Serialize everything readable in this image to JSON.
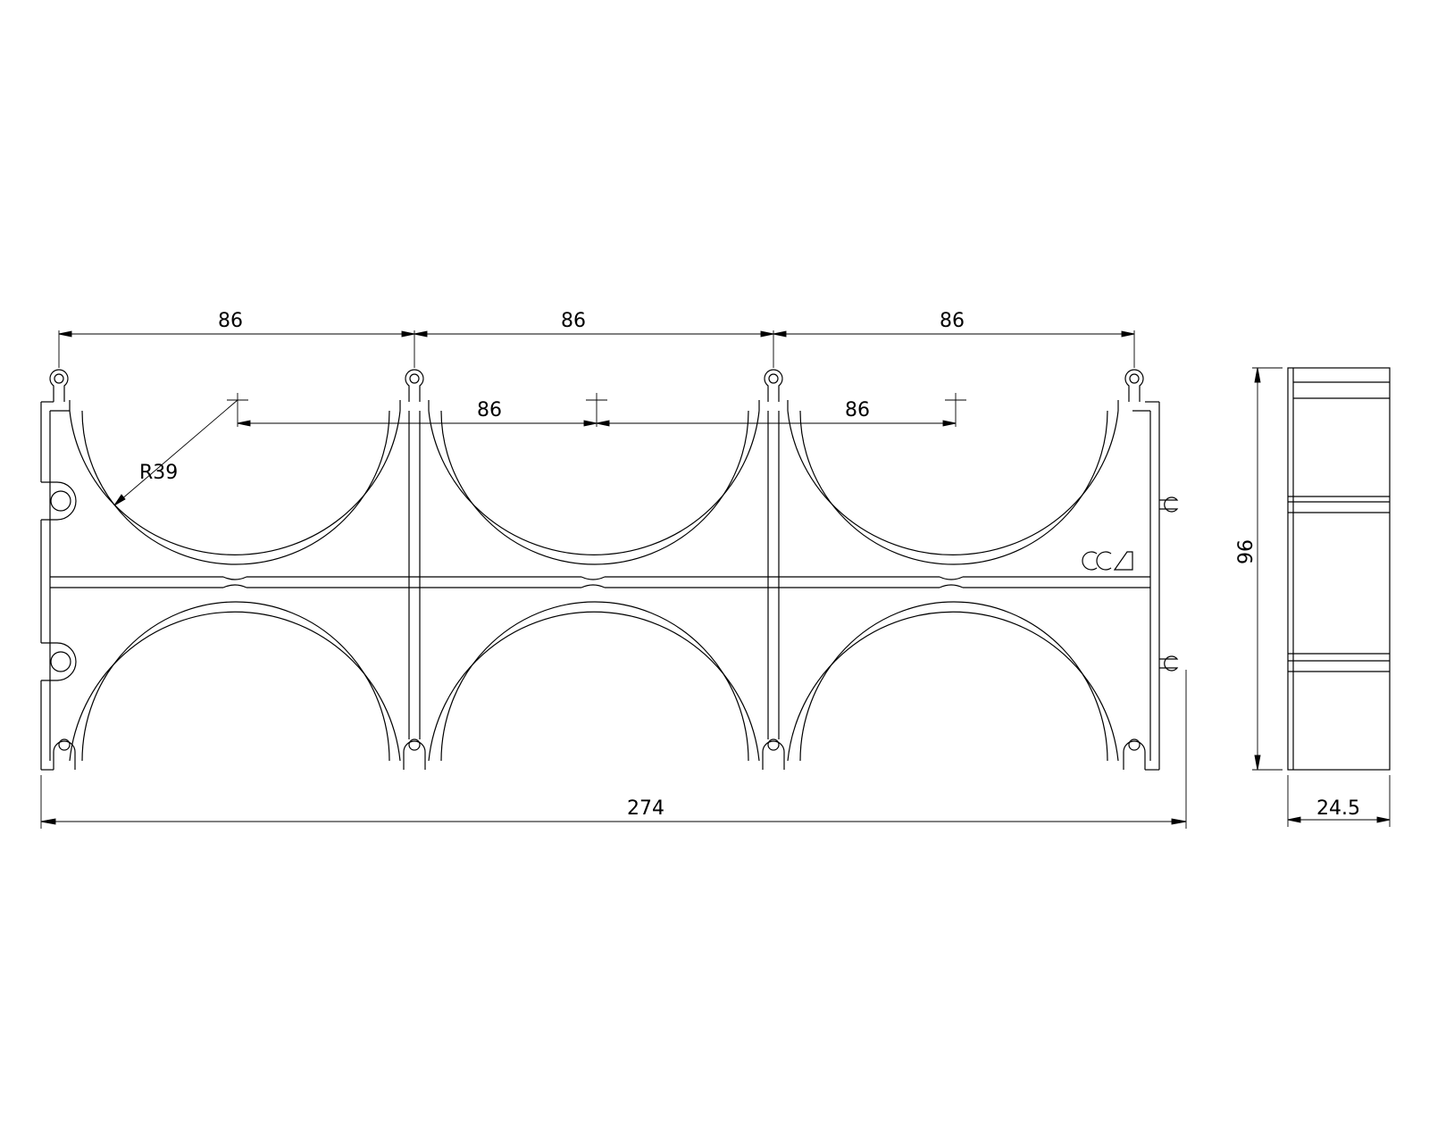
{
  "dimensions": {
    "top_spacing_1": "86",
    "top_spacing_2": "86",
    "top_spacing_3": "86",
    "center_spacing_1": "86",
    "center_spacing_2": "86",
    "radius": "R39",
    "overall_length": "274",
    "height": "96",
    "depth": "24.5"
  },
  "logo": {
    "text": "CCA"
  },
  "colors": {
    "line": "#000000",
    "background": "#ffffff"
  }
}
